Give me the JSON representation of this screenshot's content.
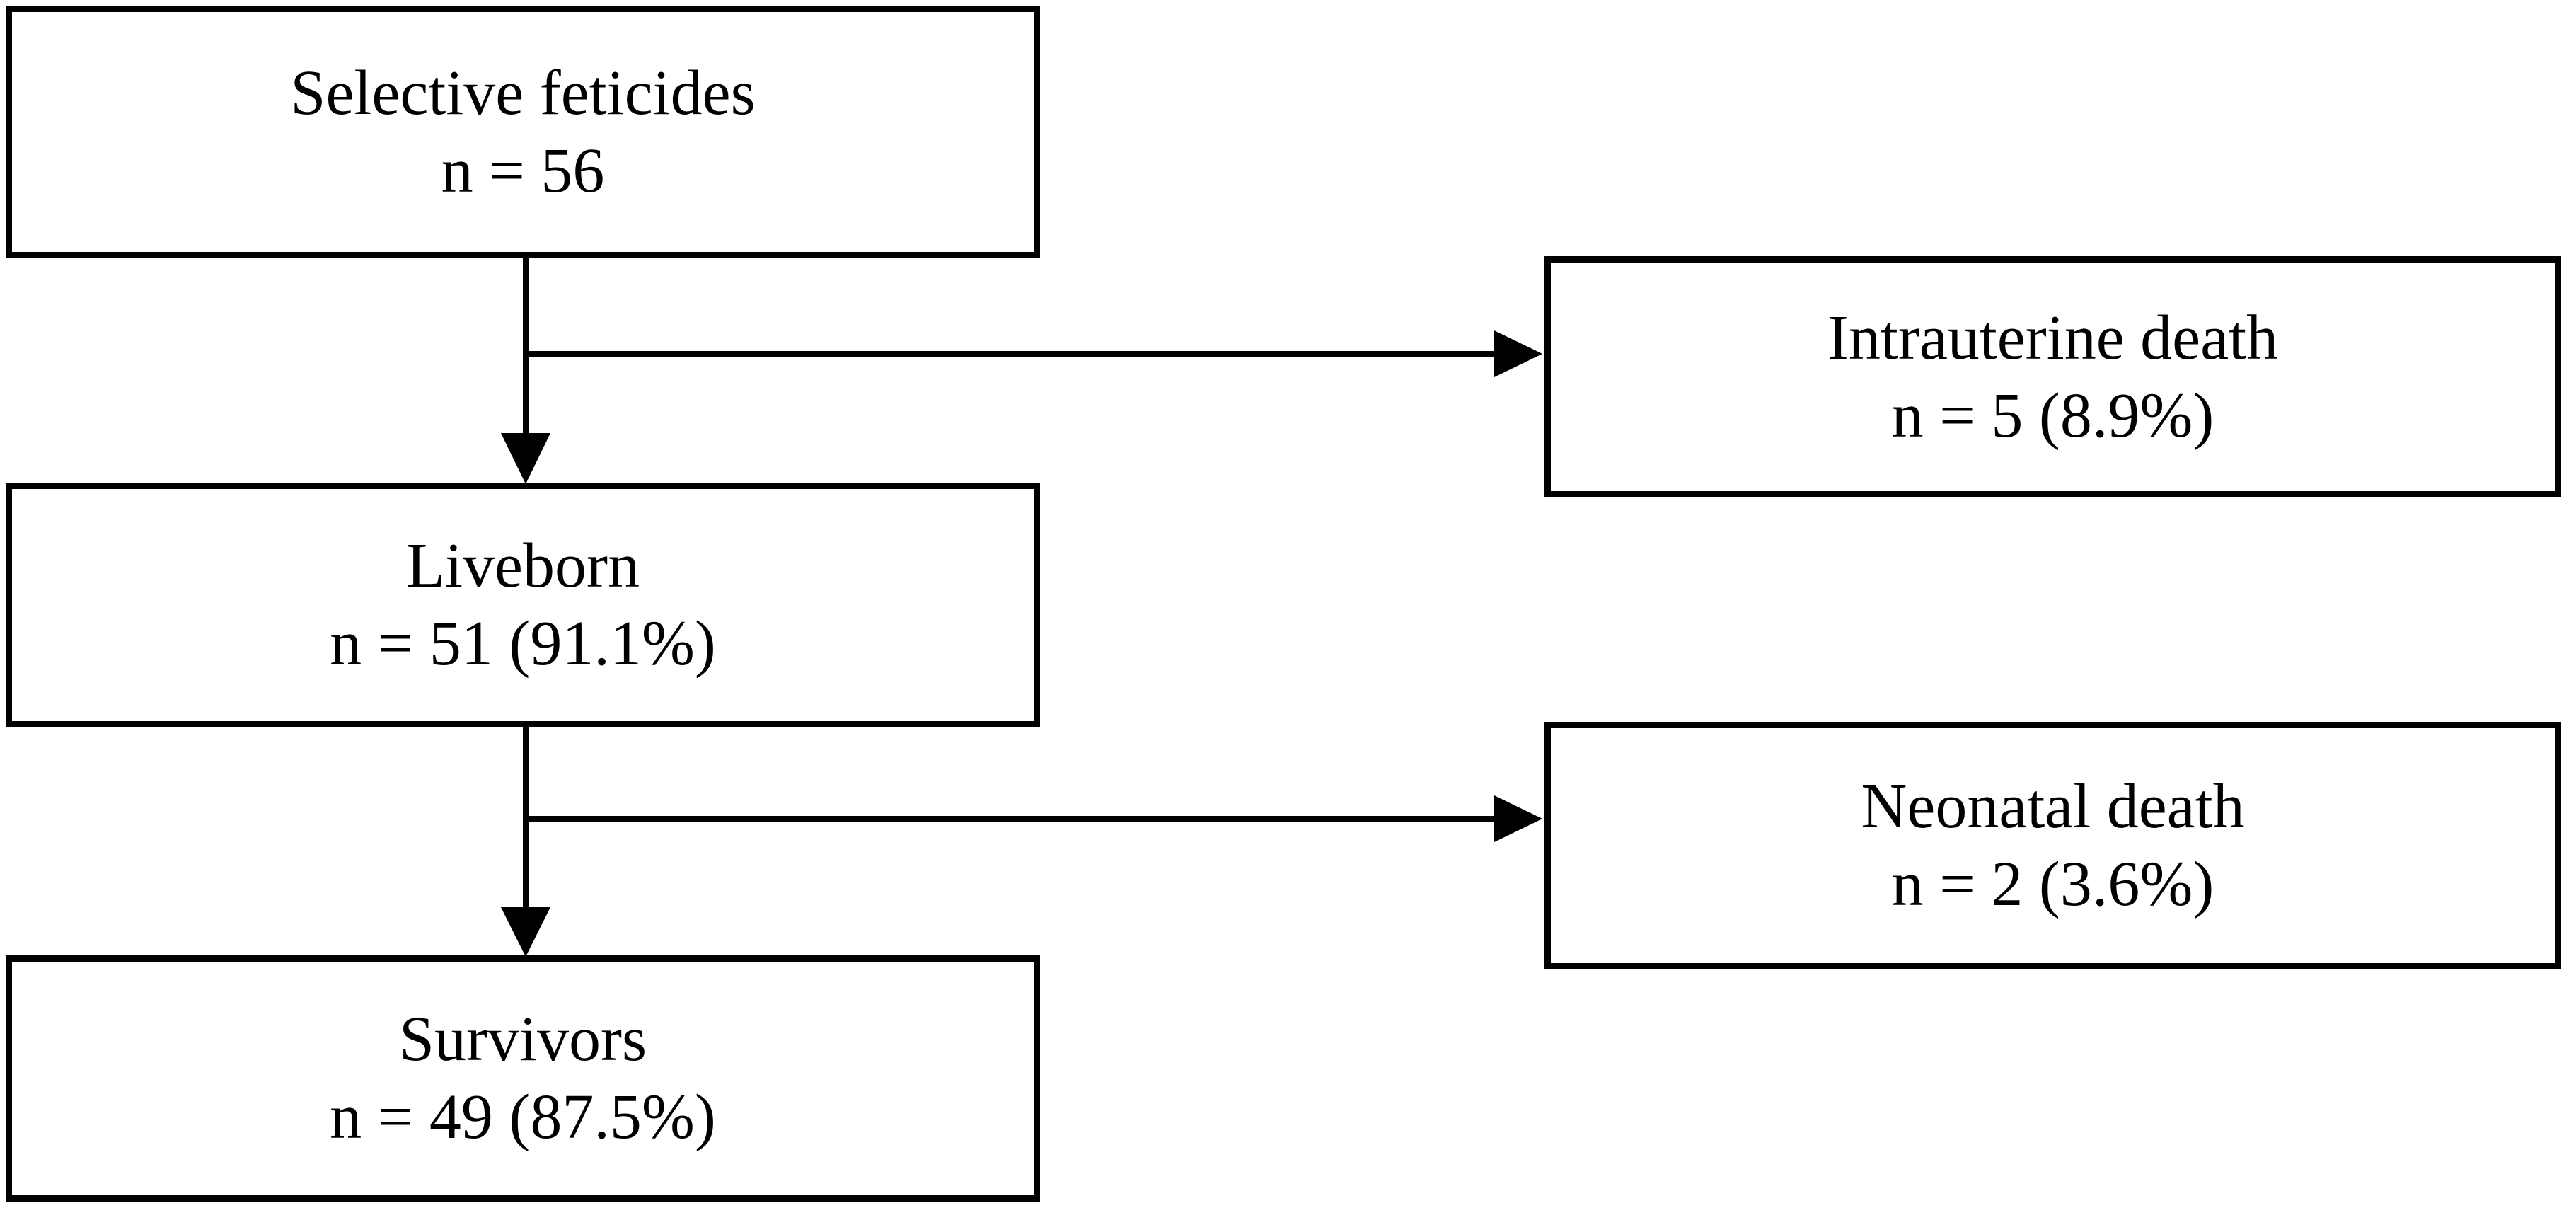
{
  "background_color": "#ffffff",
  "diagram": {
    "type": "flowchart",
    "nodes": [
      {
        "id": "selective-feticides",
        "label": "Selective feticides",
        "count": "n = 56"
      },
      {
        "id": "intrauterine-death",
        "label": "Intrauterine death",
        "count": "n = 5 (8.9%)"
      },
      {
        "id": "liveborn",
        "label": "Liveborn",
        "count": "n = 51 (91.1%)"
      },
      {
        "id": "neonatal-death",
        "label": "Neonatal death",
        "count": "n = 2 (3.6%)"
      },
      {
        "id": "survivors",
        "label": "Survivors",
        "count": "n = 49 (87.5%)"
      }
    ],
    "edges": [
      {
        "from": "selective-feticides",
        "to": "liveborn",
        "direction": "down"
      },
      {
        "from": "selective-feticides",
        "to": "intrauterine-death",
        "direction": "right"
      },
      {
        "from": "liveborn",
        "to": "survivors",
        "direction": "down"
      },
      {
        "from": "liveborn",
        "to": "neonatal-death",
        "direction": "right"
      }
    ],
    "colors": {
      "box_border": "#000000",
      "box_fill": "#ffffff",
      "text": "#000000",
      "line": "#000000"
    }
  }
}
